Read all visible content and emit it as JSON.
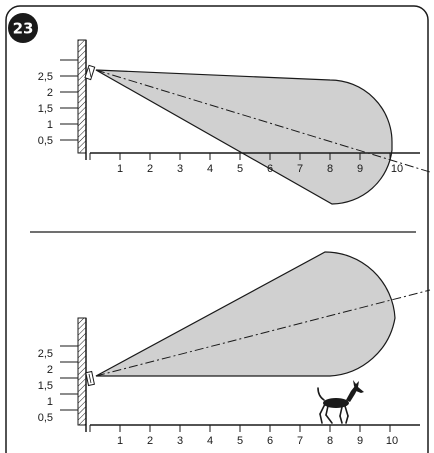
{
  "badge": {
    "number": "23"
  },
  "icons": [
    "sensor-icon",
    "dog-icon",
    "hatched-wall-icon"
  ],
  "colors": {
    "zone_fill": "#d0d0d0",
    "line": "#1a1a1a",
    "background": "#ffffff"
  },
  "diagram_top": {
    "y_ticks": [
      "2,5",
      "2",
      "1,5",
      "1",
      "0,5"
    ],
    "x_ticks": [
      "1",
      "2",
      "3",
      "4",
      "5",
      "6",
      "7",
      "8",
      "9",
      "10"
    ]
  },
  "diagram_bottom": {
    "y_ticks": [
      "2,5",
      "2",
      "1,5",
      "1",
      "0,5"
    ],
    "x_ticks": [
      "1",
      "2",
      "3",
      "4",
      "5",
      "6",
      "7",
      "8",
      "9",
      "10"
    ]
  }
}
